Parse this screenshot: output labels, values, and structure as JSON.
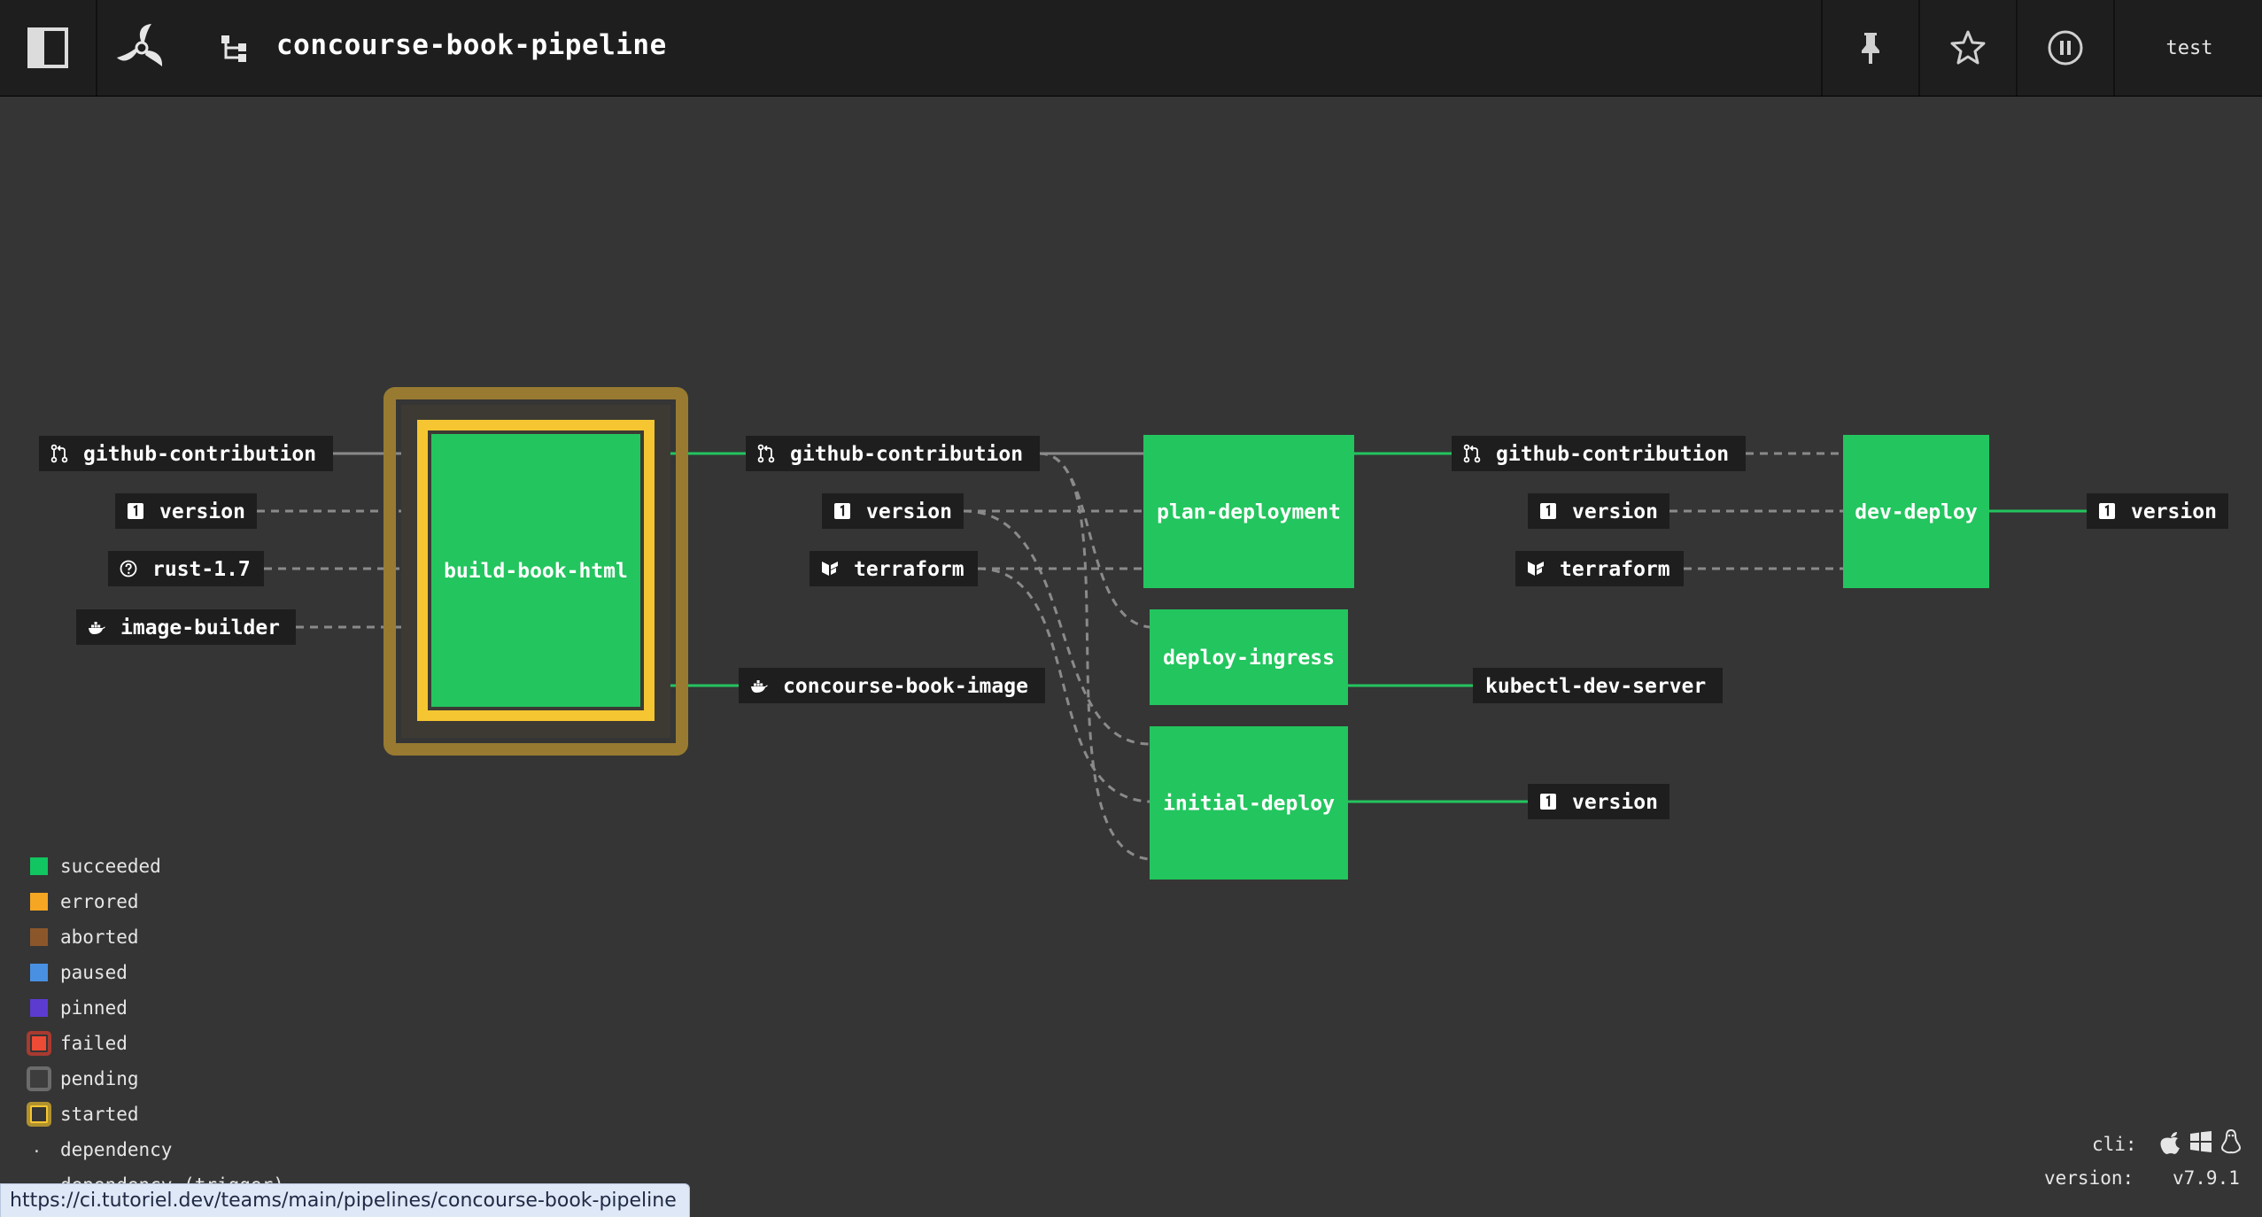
{
  "header": {
    "pipeline_name": "concourse-book-pipeline",
    "user": "test",
    "icons": [
      "sidebar-toggle-icon",
      "concourse-logo-icon",
      "pipeline-icon",
      "pin-icon",
      "star-icon",
      "pause-icon"
    ]
  },
  "pipeline": {
    "jobs": [
      {
        "id": "build-book-html",
        "name": "build-book-html",
        "status": "succeeded",
        "running": true
      },
      {
        "id": "plan-deployment",
        "name": "plan-deployment",
        "status": "succeeded"
      },
      {
        "id": "deploy-ingress",
        "name": "deploy-ingress",
        "status": "succeeded"
      },
      {
        "id": "initial-deploy",
        "name": "initial-deploy",
        "status": "succeeded"
      },
      {
        "id": "dev-deploy",
        "name": "dev-deploy",
        "status": "succeeded"
      }
    ],
    "resources": [
      {
        "id": "r1",
        "name": "github-contribution",
        "icon": "source-pull-icon"
      },
      {
        "id": "r2",
        "name": "version",
        "icon": "numeric-1-box-icon"
      },
      {
        "id": "r3",
        "name": "rust-1.7",
        "icon": "help-circle-icon"
      },
      {
        "id": "r4",
        "name": "image-builder",
        "icon": "docker-icon"
      },
      {
        "id": "r5",
        "name": "github-contribution",
        "icon": "source-pull-icon"
      },
      {
        "id": "r6",
        "name": "version",
        "icon": "numeric-1-box-icon"
      },
      {
        "id": "r7",
        "name": "terraform",
        "icon": "terraform-icon"
      },
      {
        "id": "r8",
        "name": "concourse-book-image",
        "icon": "docker-icon"
      },
      {
        "id": "r9",
        "name": "github-contribution",
        "icon": "source-pull-icon"
      },
      {
        "id": "r10",
        "name": "version",
        "icon": "numeric-1-box-icon"
      },
      {
        "id": "r11",
        "name": "terraform",
        "icon": "terraform-icon"
      },
      {
        "id": "r12",
        "name": "kubectl-dev-server",
        "icon": "none"
      },
      {
        "id": "r13",
        "name": "version",
        "icon": "numeric-1-box-icon"
      },
      {
        "id": "r14",
        "name": "version",
        "icon": "numeric-1-box-icon"
      }
    ]
  },
  "legend": {
    "items": [
      {
        "label": "succeeded",
        "color": "#11c560"
      },
      {
        "label": "errored",
        "color": "#f5a623"
      },
      {
        "label": "aborted",
        "color": "#8b572a"
      },
      {
        "label": "paused",
        "color": "#4a90e2"
      },
      {
        "label": "pinned",
        "color": "#5c3bd1"
      },
      {
        "label": "failed",
        "color": "#ed4b35"
      },
      {
        "label": "pending",
        "color": "#9b9b9b"
      },
      {
        "label": "started",
        "color": "#f5c631"
      },
      {
        "label": "dependency",
        "color": "#9b9b9b"
      },
      {
        "label": "dependency (trigger)",
        "color": "#9b9b9b"
      }
    ]
  },
  "footer": {
    "cli_label": "cli:",
    "version_label": "version:",
    "version_value": "v7.9.1",
    "cli_icons": [
      "apple-icon",
      "windows-icon",
      "linux-icon"
    ]
  },
  "status_bar": {
    "url": "https://ci.tutoriel.dev/teams/main/pipelines/concourse-book-pipeline"
  },
  "colors": {
    "succeeded": "#23c55e",
    "started": "#f5c631",
    "background": "#353535",
    "topbar": "#1e1e1e",
    "resource_bg": "#1e1e1e"
  }
}
